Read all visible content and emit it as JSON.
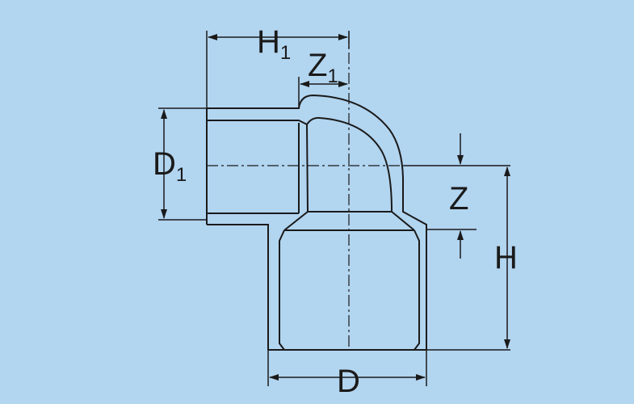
{
  "background_color": "#b2d5f0",
  "line_color": "#1a1a1a",
  "labels": {
    "h1_main": "H",
    "h1_sub": "1",
    "z1_main": "Z",
    "z1_sub": "1",
    "d1_main": "D",
    "d1_sub": "1",
    "z": "Z",
    "h": "H",
    "d": "D"
  }
}
